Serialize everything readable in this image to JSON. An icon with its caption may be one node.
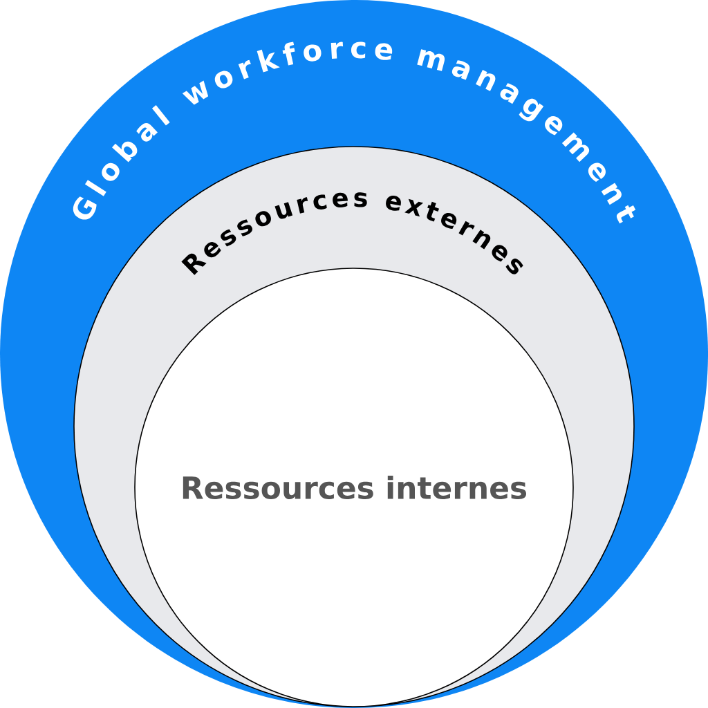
{
  "diagram": {
    "nodes": [
      {
        "text": [
          "Global workforce management"
        ]
      },
      {
        "text": [
          "Ressources externes"
        ],
        "in": 0
      },
      {
        "text": [
          "Ressources internes"
        ],
        "in": 1
      }
    ]
  }
}
